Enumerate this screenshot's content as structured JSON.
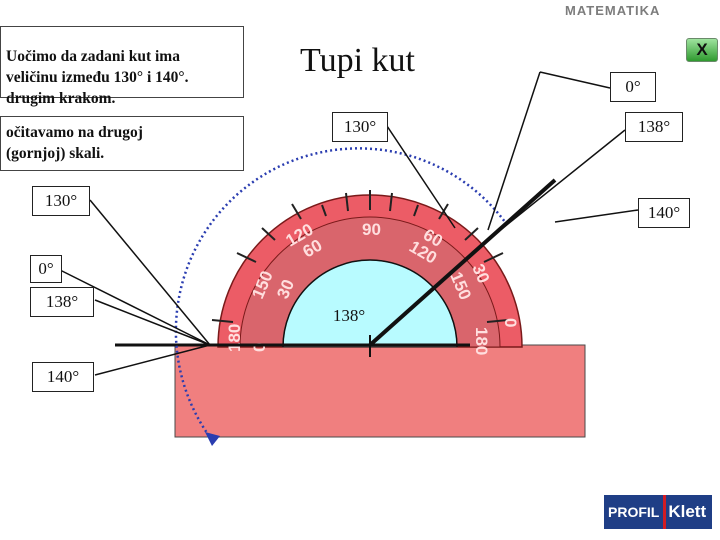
{
  "brand": "MATEMATIKA",
  "close_label": "X",
  "title": "Tupi kut",
  "instructions": {
    "line1": "Uočimo da zadani kut ima",
    "line2": "veličinu između 130° i 140°.",
    "line3": "drugim krakom.",
    "line4": "očitavamo na drugoj",
    "line5": "(gornjoj) skali."
  },
  "callouts": {
    "right_top": "0°",
    "right_mid": "138°",
    "right_low": "140°",
    "mid_top": "130°",
    "left_a": "130°",
    "left_b": "0°",
    "left_c": "138°",
    "left_d": "140°",
    "angle_value": "138°"
  },
  "scale_outer": [
    "180",
    "150",
    "120",
    "90",
    "60",
    "30",
    "0"
  ],
  "scale_inner": [
    "0",
    "30",
    "60",
    "90",
    "120",
    "150",
    "180"
  ],
  "colors": {
    "ruler": "#f08080",
    "protractor": "#f0606a",
    "angle_fill": "#b8fbff",
    "arc": "#3040b0"
  },
  "logo": {
    "part1": "PROFIL",
    "part2": "Klett"
  }
}
